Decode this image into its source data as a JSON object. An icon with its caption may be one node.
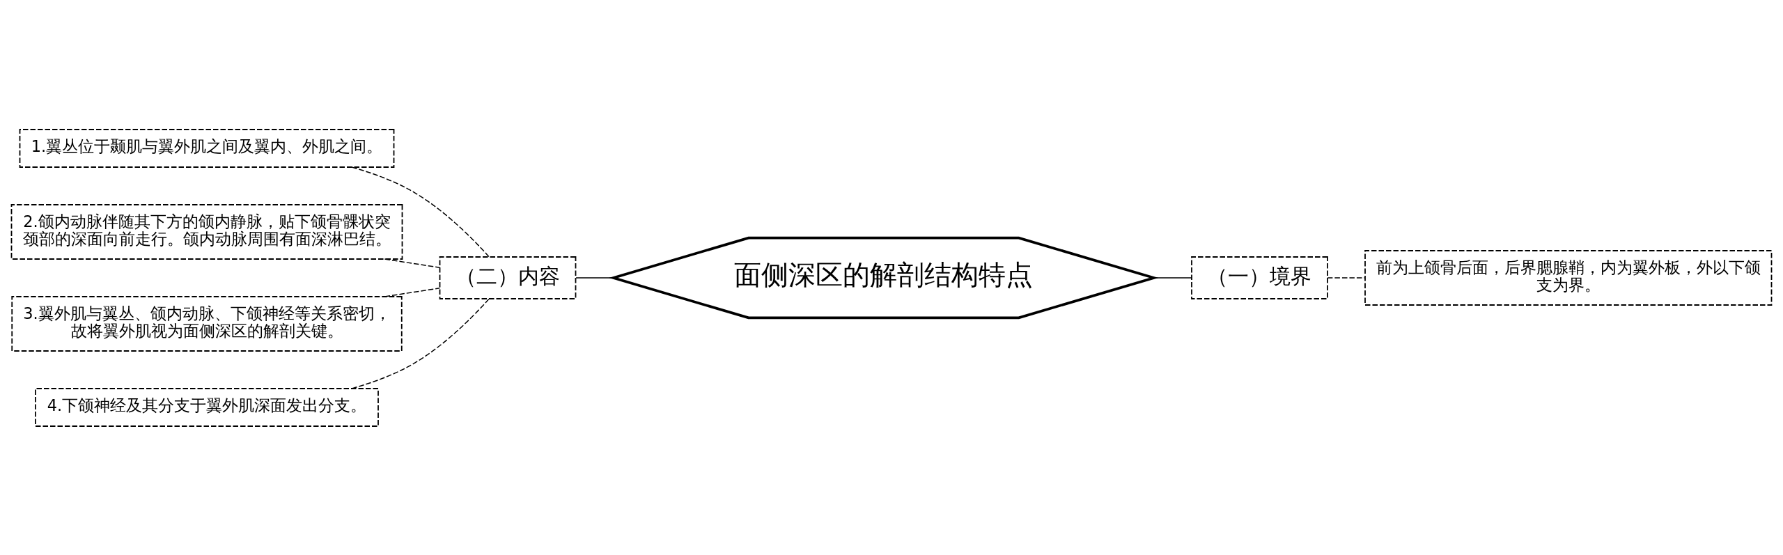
{
  "diagram": {
    "nodes": [
      {
        "text": [
          "1.翼丛位于颞肌与翼外肌之间及翼内、外肌之间。"
        ]
      },
      {
        "text": [
          "2.颌内动脉伴随其下方的颌内静脉，贴下颌骨髁状突颈部的深面向前走行。颌内动脉周围有面深淋巴结。"
        ]
      },
      {
        "text": [
          "3.翼外肌与翼丛、颌内动脉、下颌神经等关系密切，故将翼外肌视为面侧深区的解剖关键。"
        ]
      },
      {
        "text": [
          "4.下颌神经及其分支于翼外肌深面发出分支。"
        ]
      },
      {
        "text": [
          "（二）内容"
        ]
      },
      {
        "text": [
          "面侧深区的解剖结构特点"
        ]
      },
      {
        "text": [
          "（一）境界"
        ]
      },
      {
        "text": [
          "前为上颌骨后面，后界腮腺鞘，内为翼外板，外以下颌支为界。"
        ]
      }
    ],
    "edges": [
      {
        "from": 0,
        "to": 4,
        "arrow": "none",
        "style": "dashed"
      },
      {
        "from": 1,
        "to": 4,
        "arrow": "none",
        "style": "dashed"
      },
      {
        "from": 2,
        "to": 4,
        "arrow": "none",
        "style": "dashed"
      },
      {
        "from": 3,
        "to": 4,
        "arrow": "none",
        "style": "dashed"
      },
      {
        "from": 4,
        "to": 5,
        "arrow": "none"
      },
      {
        "from": 5,
        "to": 6,
        "arrow": "none"
      },
      {
        "from": 6,
        "to": 7,
        "arrow": "none",
        "style": "dashed"
      }
    ]
  }
}
